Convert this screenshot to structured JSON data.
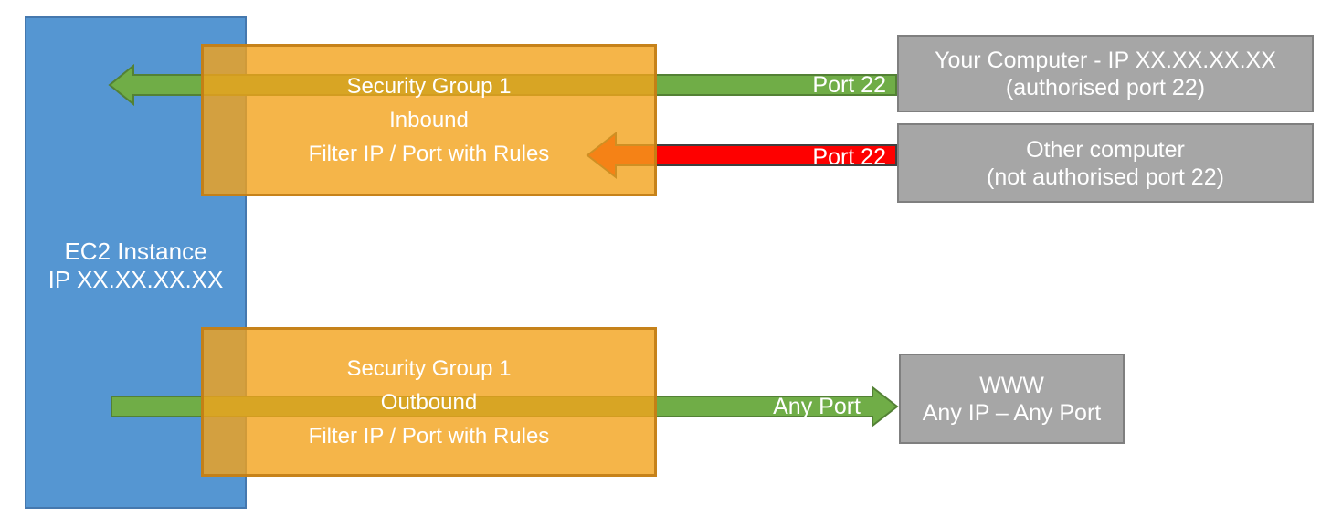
{
  "ec2": {
    "name": "EC2 Instance",
    "ip": "IP XX.XX.XX.XX"
  },
  "security_groups": [
    {
      "title": "Security Group 1",
      "direction": "Inbound",
      "rule": "Filter IP / Port with Rules"
    },
    {
      "title": "Security Group 1",
      "direction": "Outbound",
      "rule": "Filter IP / Port with Rules"
    }
  ],
  "external_nodes": [
    {
      "line1": "Your Computer - IP XX.XX.XX.XX",
      "line2": "(authorised port 22)"
    },
    {
      "line1": "Other computer",
      "line2": "(not authorised port 22)"
    },
    {
      "line1": "WWW",
      "line2": "Any IP – Any Port"
    }
  ],
  "arrows": [
    {
      "label": "Port 22",
      "status": "allowed",
      "direction": "inbound"
    },
    {
      "label": "Port 22",
      "status": "blocked",
      "direction": "inbound"
    },
    {
      "label": "Any Port",
      "status": "allowed",
      "direction": "outbound"
    }
  ],
  "colors": {
    "ec2_fill": "#5596D2",
    "ec2_border": "#4578AE",
    "sg_fill": "rgba(242,162,27,0.8)",
    "sg_border": "rgba(193,124,21,0.9)",
    "node_fill": "#A6A6A6",
    "node_border": "#7F7F7F",
    "allow_green": "#70AD47",
    "allow_green_border": "#538135",
    "deny_red": "#FE0000",
    "deny_red_border": "#404040",
    "text": "#FFFFFF"
  }
}
